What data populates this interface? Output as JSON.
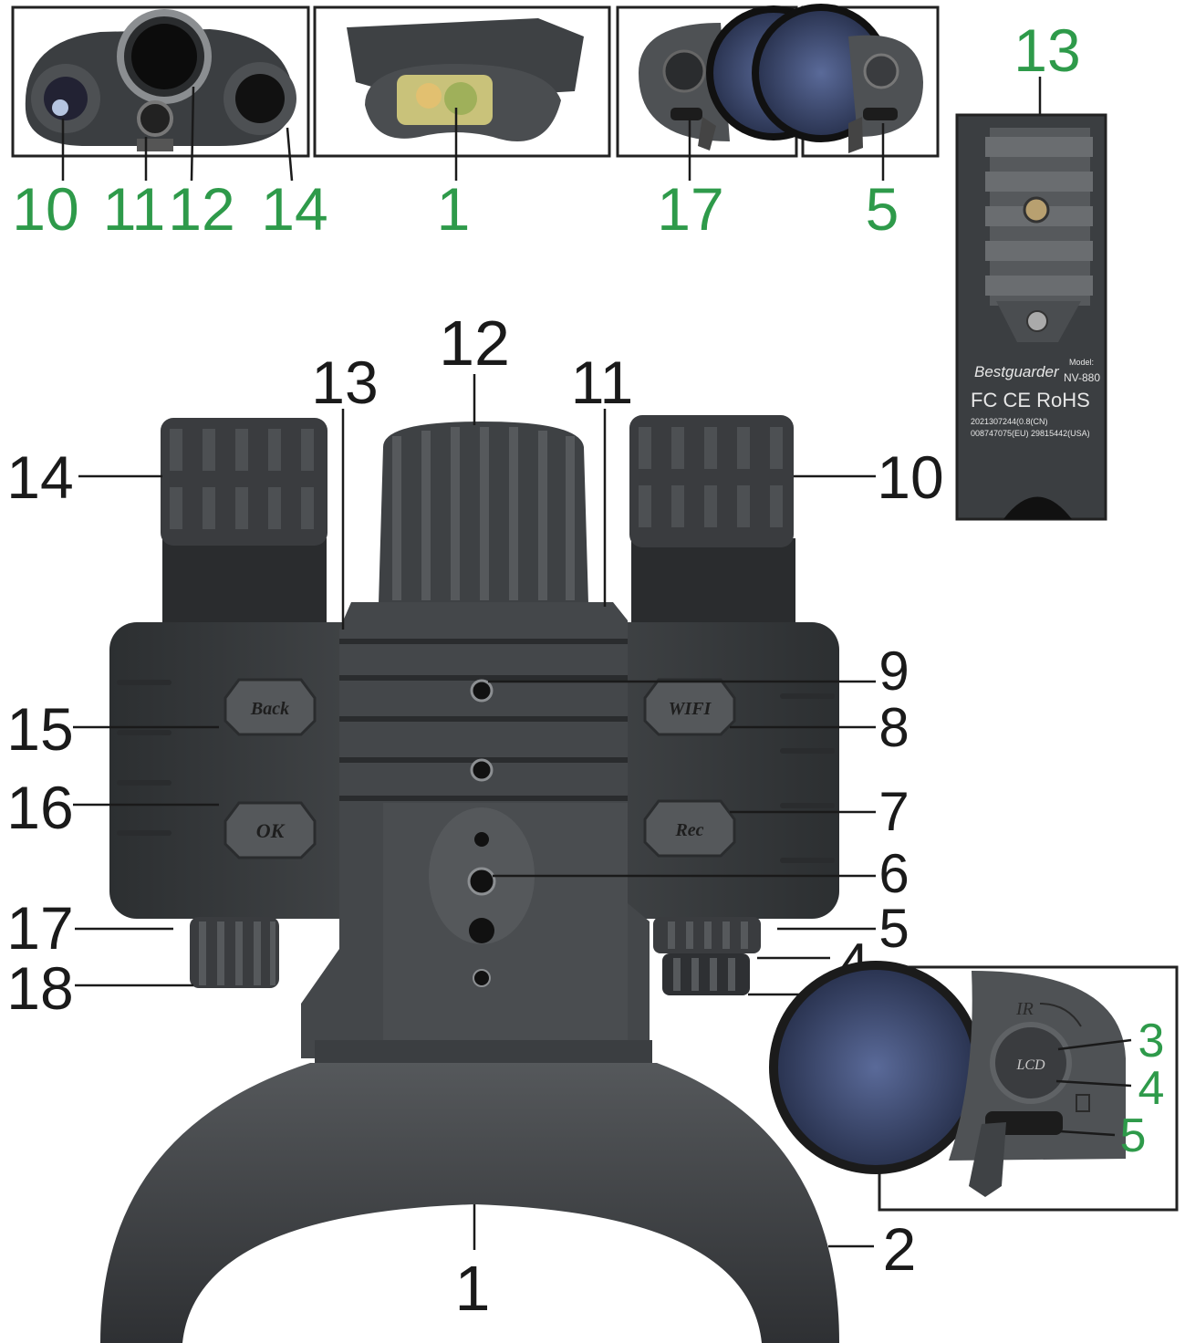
{
  "colors": {
    "callout_green": "#2e9a4a",
    "callout_black": "#1a1a1a",
    "body_gray": "#3d4043"
  },
  "top_callouts": [
    "10",
    "11",
    "12",
    "14",
    "1",
    "17",
    "5"
  ],
  "bottom_callout": "13",
  "main_callouts": {
    "c12": "12",
    "c13": "13",
    "c11": "11",
    "c14": "14",
    "c10": "10",
    "c9": "9",
    "c15": "15",
    "c8": "8",
    "c16": "16",
    "c7": "7",
    "c6": "6",
    "c17": "17",
    "c5": "5",
    "c18": "18",
    "c4": "4",
    "c3": "3",
    "c2": "2",
    "c1": "1"
  },
  "inset_callouts": [
    "3",
    "4",
    "5"
  ],
  "buttons": {
    "back": "Back",
    "wifi": "WIFI",
    "ok": "OK",
    "rec": "Rec"
  },
  "knob_label": "LCD",
  "ir_label": "IR",
  "device_label": {
    "brand": "Bestguarder",
    "model_caption": "Model:",
    "model": "NV-880",
    "certs": "FC CE RoHS",
    "line1": "2021307244(0.8(CN)",
    "line2": "008747075(EU)   29815442(USA)"
  }
}
